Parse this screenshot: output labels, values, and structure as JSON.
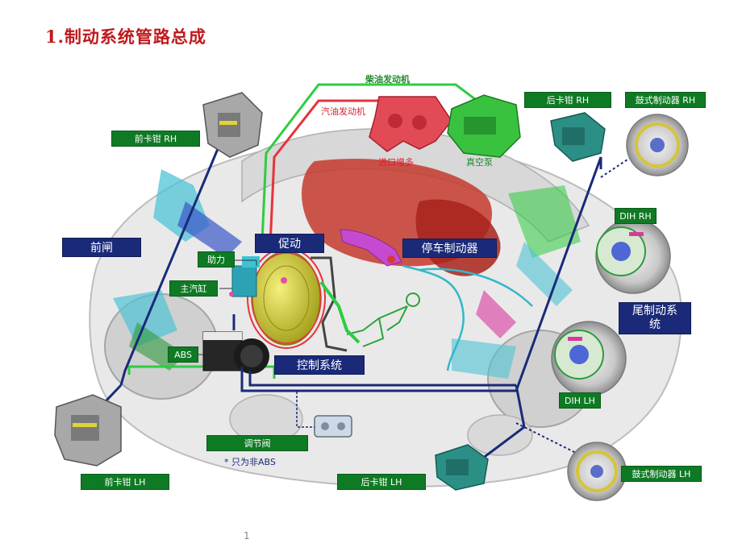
{
  "title": "1.制动系统管路总成",
  "labels": {
    "diesel_engine": "柴油发动机",
    "gasoline_engine": "汽油发动机",
    "intake_manifold": "进口增多",
    "vacuum_pump": "真空泵",
    "front_caliper_rh": "前卡钳 RH",
    "rear_caliper_rh": "后卡钳 RH",
    "drum_brake_rh": "鼓式制动器 RH",
    "front_brake": "前闸",
    "booster_actuator": "促动",
    "booster": "助力",
    "master_cylinder": "主汽缸",
    "parking_brake": "停车制动器",
    "dih_rh": "DIH RH",
    "rear_brake_system": "尾制动系统",
    "abs": "ABS",
    "control_system": "控制系统",
    "dih_lh": "DIH LH",
    "regulating_valve": "调节阀",
    "non_abs_note": "* 只为非ABS",
    "front_caliper_lh": "前卡钳 LH",
    "rear_caliper_lh": "后卡钳 LH",
    "drum_brake_lh": "鼓式制动器 LH"
  },
  "page_number": "1",
  "colors": {
    "title": "#c0181c",
    "label_green": "#0f7a24",
    "label_navy": "#1a2a78",
    "diesel_line": "#2ecc40",
    "gasoline_line": "#e8323c",
    "brake_line": "#1a2a78"
  }
}
